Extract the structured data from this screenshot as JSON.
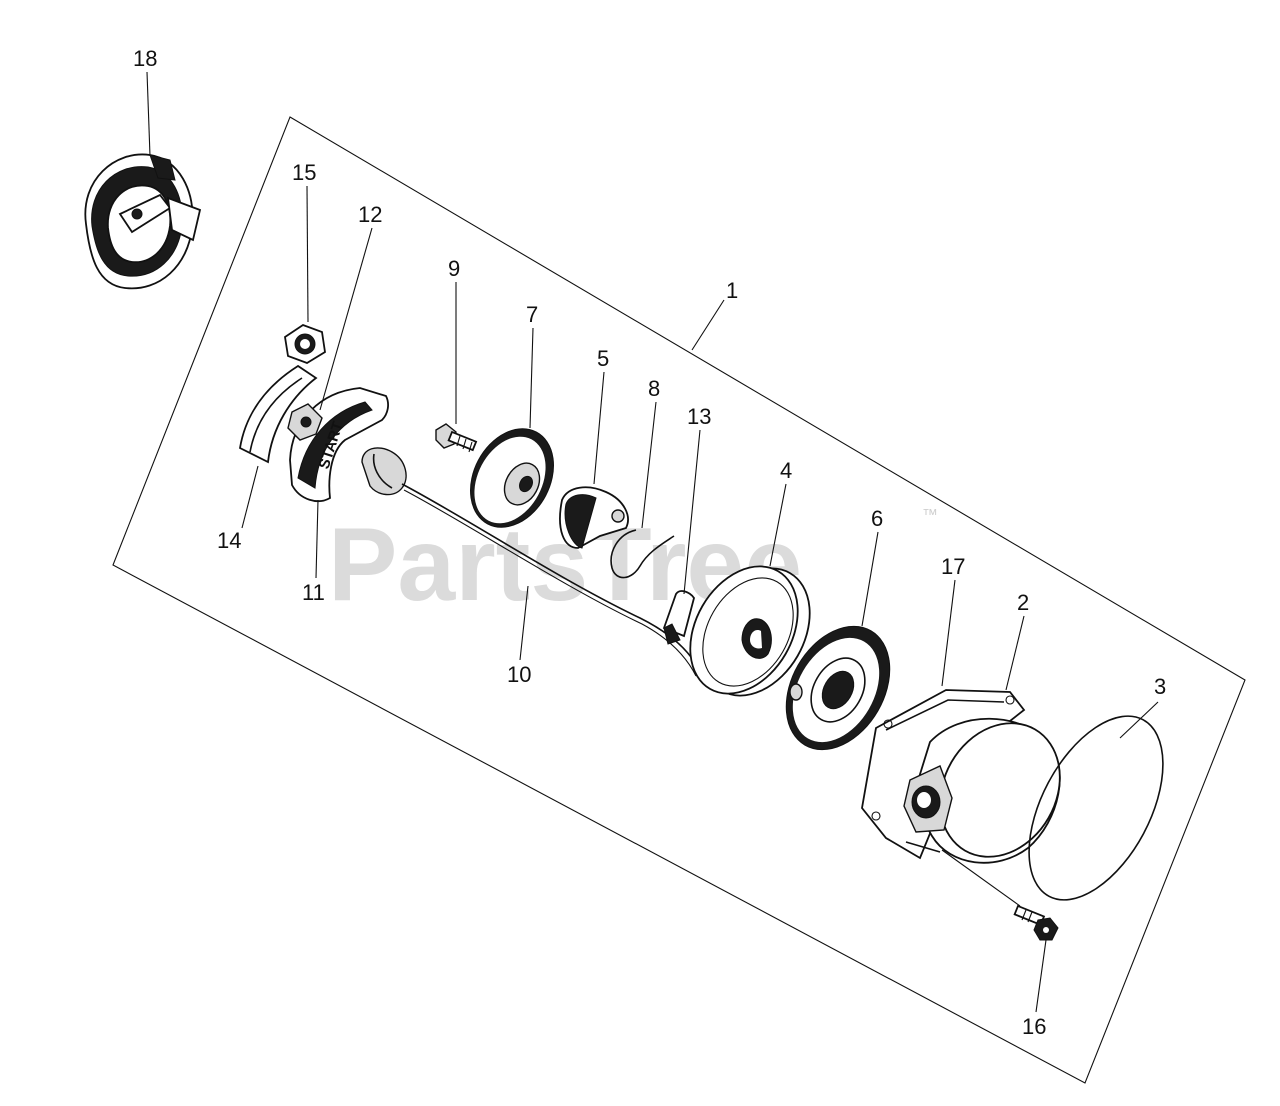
{
  "watermark": {
    "text": "PartsTree",
    "mark": "™"
  },
  "callouts": [
    {
      "num": "18"
    },
    {
      "num": "15"
    },
    {
      "num": "12"
    },
    {
      "num": "9"
    },
    {
      "num": "1"
    },
    {
      "num": "7"
    },
    {
      "num": "5"
    },
    {
      "num": "8"
    },
    {
      "num": "13"
    },
    {
      "num": "4"
    },
    {
      "num": "14"
    },
    {
      "num": "11"
    },
    {
      "num": "10"
    },
    {
      "num": "6"
    },
    {
      "num": "17"
    },
    {
      "num": "2"
    },
    {
      "num": "3"
    },
    {
      "num": "16"
    }
  ],
  "handle_stamp": "START",
  "icons": [
    "knob-part",
    "nut-part",
    "cover-plate",
    "start-handle",
    "bolt",
    "plate",
    "pawl",
    "spring-clip",
    "recoil-spring",
    "reel",
    "ratchet",
    "starter-case",
    "gasket-ring",
    "screw"
  ]
}
